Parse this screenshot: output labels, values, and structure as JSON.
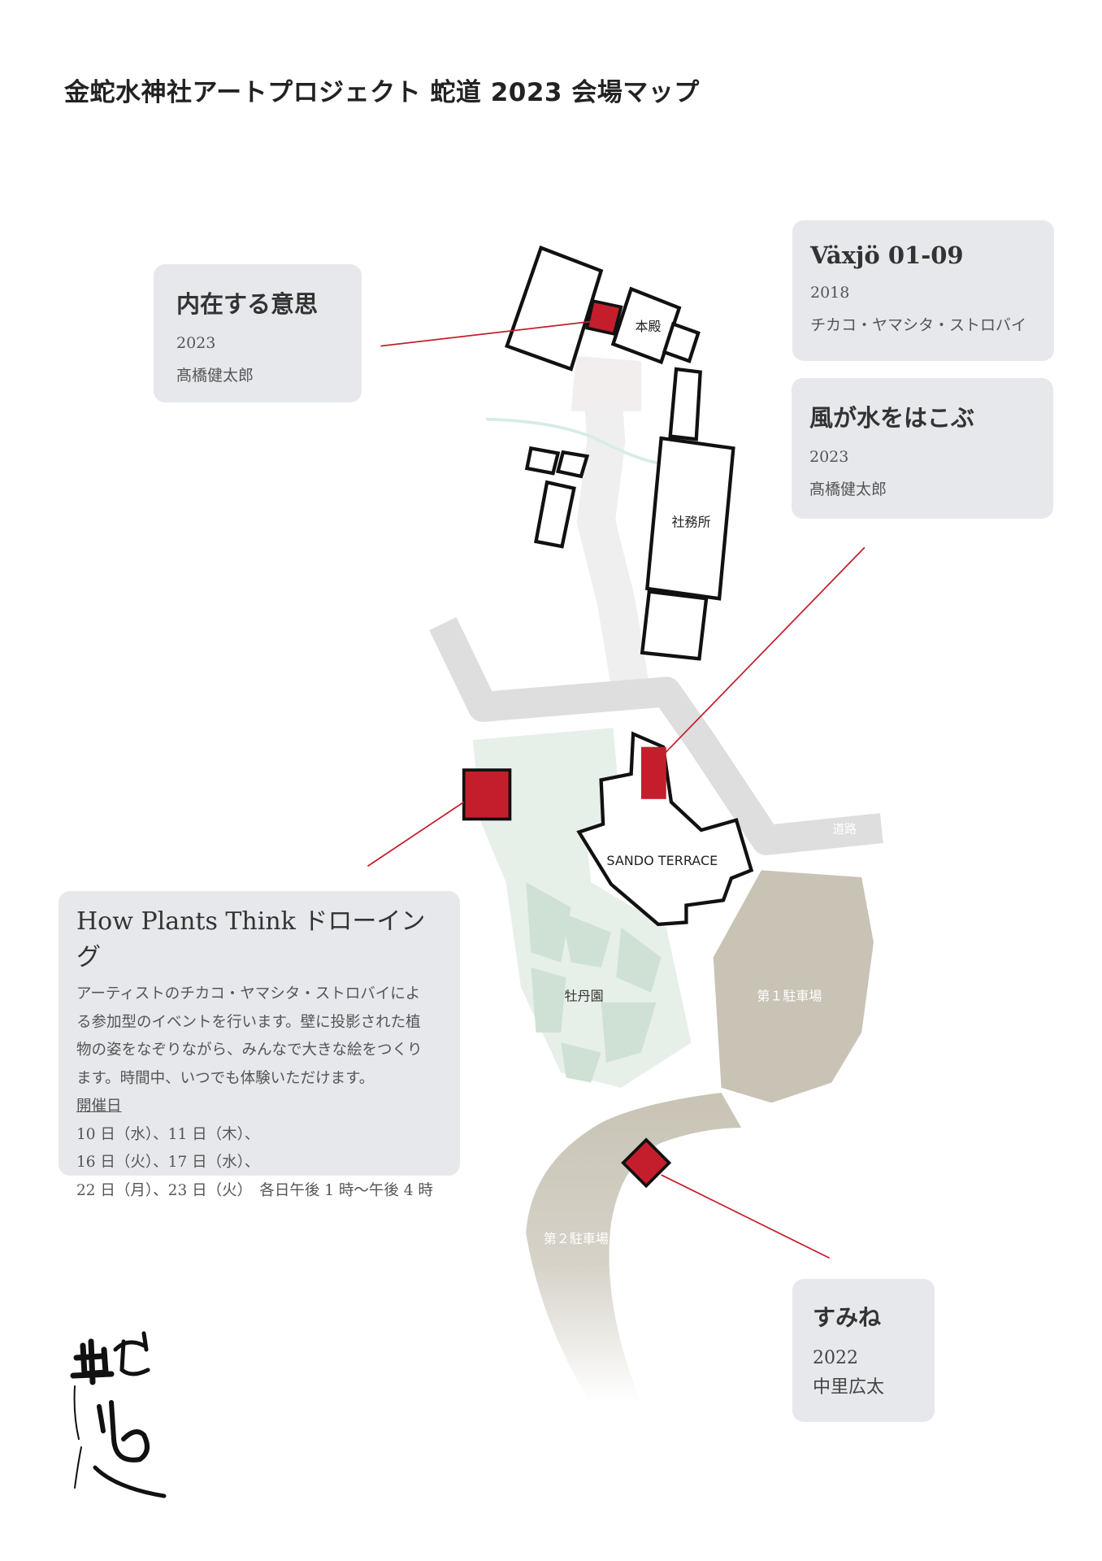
{
  "title": "金蛇水神社アートプロジェクト 蛇道 2023 会場マップ",
  "colors": {
    "accent_red": "#c41e2c",
    "card_bg": "#e6e8ec",
    "road": "#dedede",
    "garden": "#e7efe9",
    "garden_beds": "#cfe1d5",
    "parking": "#c8c3b5"
  },
  "map_labels": {
    "honden": "本殿",
    "shamusho": "社務所",
    "sando_terrace": "SANDO TERRACE",
    "botanen": "牡丹園",
    "parking1": "第１駐車場",
    "parking2": "第２駐車場",
    "road": "道路"
  },
  "works": [
    {
      "title": "内在する意思",
      "year": "2023",
      "artist": "髙橋健太郎"
    },
    {
      "title": "Växjö 01-09",
      "year": "2018",
      "artist": "チカコ・ヤマシタ・ストロバイ"
    },
    {
      "title": "風が水をはこぶ",
      "year": "2023",
      "artist": "髙橋健太郎"
    },
    {
      "title": "すみね",
      "year": "2022",
      "artist": "中里広太"
    }
  ],
  "event": {
    "title": "How Plants Think ドローイング",
    "desc_lines": [
      "アーティストのチカコ・ヤマシタ・ストロバイによ",
      "る参加型のイベントを行います。壁に投影された植",
      "物の姿をなぞりながら、みんなで大きな絵をつくり",
      "ます。時間中、いつでも体験いただけます。"
    ],
    "dates_label": "開催日",
    "dates": [
      "10 日（水）、11 日（木）、",
      "16 日（火）、17 日（水）、",
      "22 日（月）、23 日（火）　各日午後 1 時〜午後 4 時"
    ]
  },
  "logo_text": "蛇道"
}
